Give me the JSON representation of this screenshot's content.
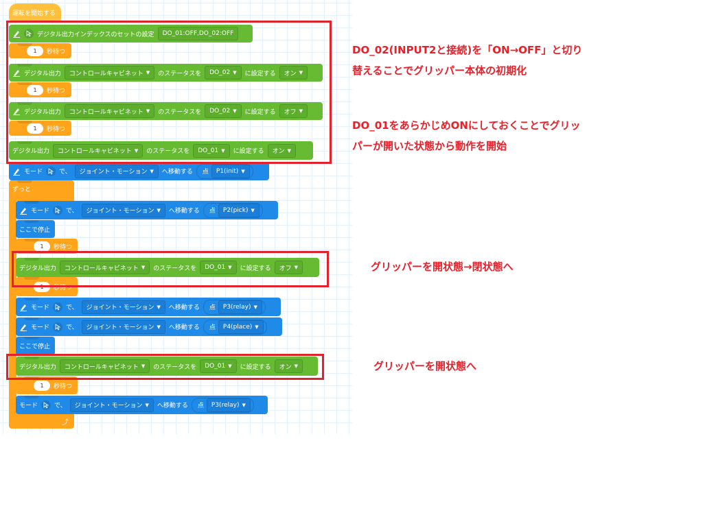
{
  "start_block": {
    "label": "運転を開始する"
  },
  "setup": {
    "index_set": {
      "label": "デジタル出力インデックスのセットの設定",
      "value": "DO_01:OFF,DO_02:OFF"
    },
    "wait_label": "秒待つ",
    "wait_value": "1",
    "digital_out": {
      "prefix": "デジタル出力",
      "target": "コントロールキャビネット",
      "status_label": "のステータスを",
      "set_label": "に設定する"
    },
    "rows": [
      {
        "port": "DO_02",
        "state": "オン"
      },
      {
        "port": "DO_02",
        "state": "オフ"
      },
      {
        "port": "DO_01",
        "state": "オン"
      }
    ]
  },
  "move": {
    "mode_label": "モード",
    "de_label": "で、",
    "motion": "ジョイント・モーション",
    "move_label": "へ移動する",
    "point_label": "点"
  },
  "moves": [
    {
      "point": "P1(init)"
    },
    {
      "point": "P2(pick)"
    },
    {
      "point": "P3(relay)"
    },
    {
      "point": "P4(place)"
    },
    {
      "point": "P3(relay)"
    }
  ],
  "loop": {
    "label": "ずっと",
    "stop_label": "ここで停止"
  },
  "loop_outputs": [
    {
      "port": "DO_01",
      "state": "オフ"
    },
    {
      "port": "DO_01",
      "state": "オン"
    }
  ],
  "annotations": {
    "note1_line1": "DO_02(INPUT2と接続)を「ON→OFF」と切り",
    "note1_line2": "替えることでグリッパー本体の初期化",
    "note2_line1": "DO_01をあらかじめONにしておくことでグリッ",
    "note2_line2": "パーが開いた状態から動作を開始",
    "note3": "グリッパーを開状態→閉状態へ",
    "note4": "グリッパーを開状態へ"
  },
  "colors": {
    "green_block": "#66bb33",
    "blue_block": "#1f8ae8",
    "orange_block": "#ffa41b",
    "hat_block": "#ffc13b",
    "annotation_red": "#e3212b"
  }
}
